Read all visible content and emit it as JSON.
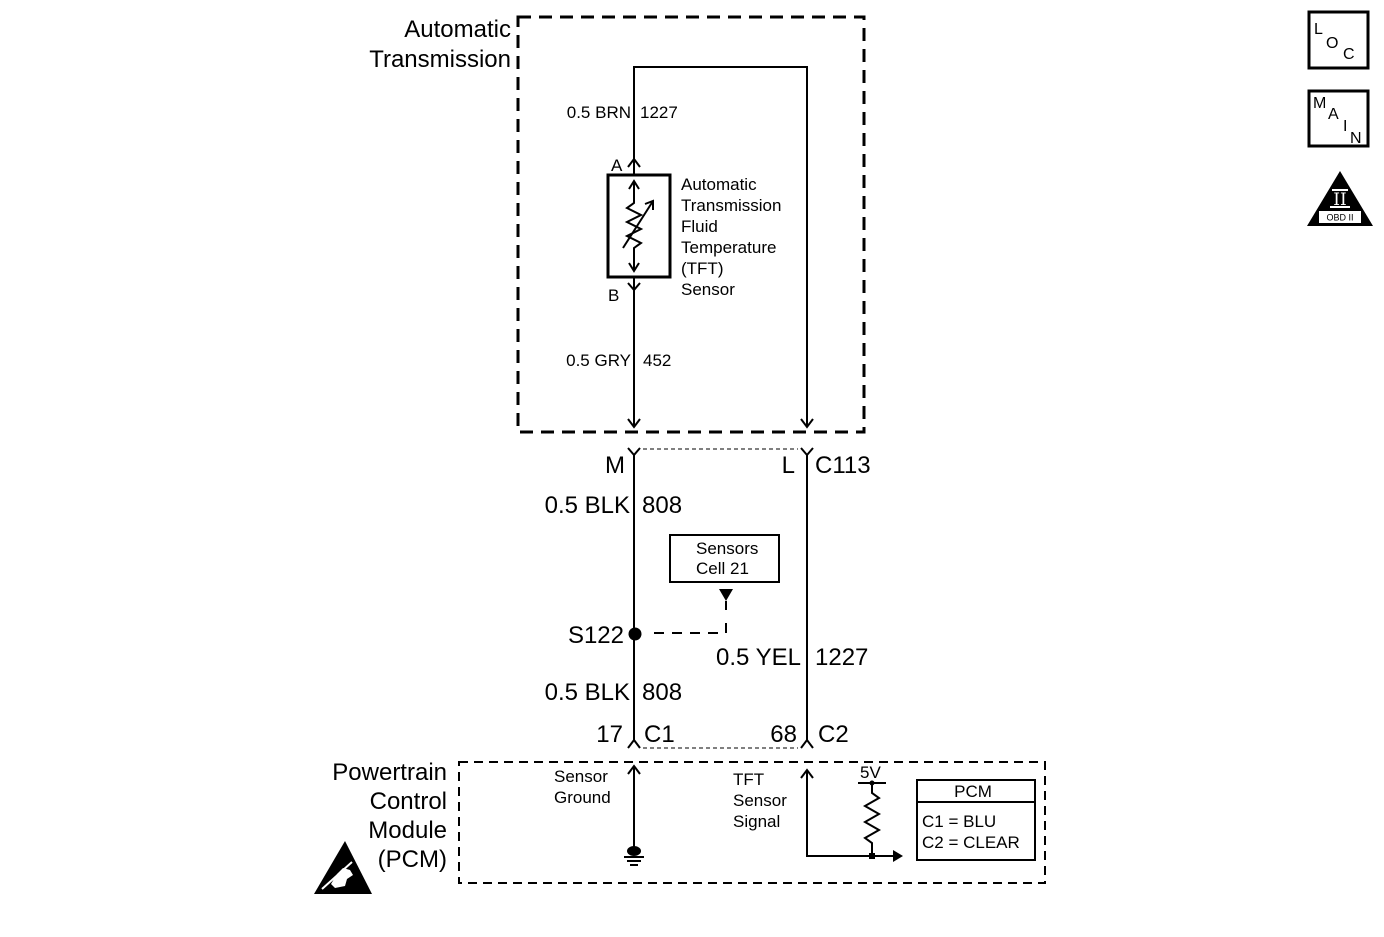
{
  "labels": {
    "transmission": [
      "Automatic",
      "Transmission"
    ],
    "pcm_module": [
      "Powertrain",
      "Control",
      "Module",
      "(PCM)"
    ]
  },
  "circuits": {
    "brn": {
      "wire": "0.5 BRN",
      "number": "1227"
    },
    "gry": {
      "wire": "0.5 GRY",
      "number": "452"
    },
    "blk_upper": {
      "wire": "0.5 BLK",
      "number": "808"
    },
    "yel": {
      "wire": "0.5 YEL",
      "number": "1227"
    },
    "blk_lower": {
      "wire": "0.5 BLK",
      "number": "808"
    }
  },
  "tft_sensor": {
    "pin_a": "A",
    "pin_b": "B",
    "name_lines": [
      "Automatic",
      "Transmission",
      "Fluid",
      "Temperature",
      "(TFT)",
      "Sensor"
    ]
  },
  "connector_c113": {
    "pin_m": "M",
    "pin_l": "L",
    "name": "C113"
  },
  "cell_reference": [
    "Sensors",
    "Cell 21"
  ],
  "splice": "S122",
  "pcm_connectors": {
    "c1_pin": "17",
    "c1_name": "C1",
    "c2_pin": "68",
    "c2_name": "C2"
  },
  "pcm_internal": {
    "ground_label": [
      "Sensor",
      "Ground"
    ],
    "signal_label": [
      "TFT",
      "Sensor",
      "Signal"
    ],
    "pullup_voltage": "5V"
  },
  "pcm_legend": {
    "title": "PCM",
    "rows": [
      "C1 = BLU",
      "C2 = CLEAR"
    ]
  },
  "nav": {
    "loc_letters": [
      "L",
      "O",
      "C"
    ],
    "main_letters": [
      "M",
      "A",
      "I",
      "N"
    ],
    "obd_numeral": "II",
    "obd_label": "OBD II"
  },
  "icons": {
    "loc": "loc-icon",
    "main": "main-icon",
    "obd": "obd-ii-icon",
    "esd": "esd-sensitive-icon",
    "ground": "ground-icon",
    "sensor": "variable-resistor-icon",
    "pullup": "resistor-icon",
    "splice": "splice-dot-icon"
  },
  "colors": {
    "ink": "#000000",
    "paper": "#ffffff"
  }
}
